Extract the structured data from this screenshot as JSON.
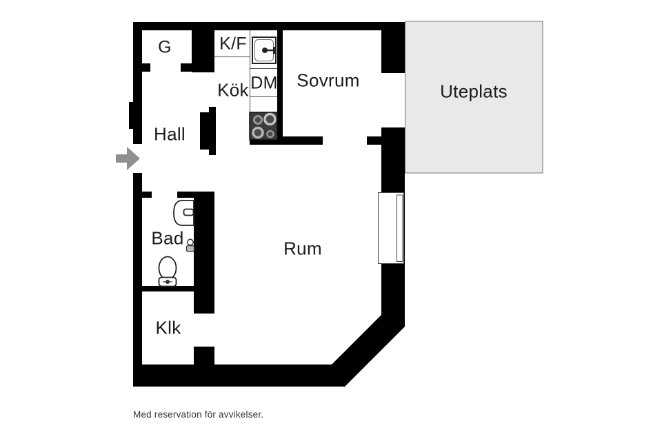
{
  "floorplan": {
    "rooms": {
      "g": "G",
      "hall": "Hall",
      "bad": "Bad",
      "klk": "Klk",
      "kok": "Kök",
      "rum": "Rum",
      "sovrum": "Sovrum",
      "uteplats": "Uteplats"
    },
    "appliances": {
      "kf": "K/F",
      "dm": "DM"
    },
    "footer": "Med reservation för avvikelser.",
    "colors": {
      "wall": "#000000",
      "outdoor_fill": "#e9e9e9",
      "outdoor_border": "#777777",
      "arrow": "#8f8f8f",
      "stove": "#3b3b3b",
      "text": "#1b1b1b"
    }
  }
}
